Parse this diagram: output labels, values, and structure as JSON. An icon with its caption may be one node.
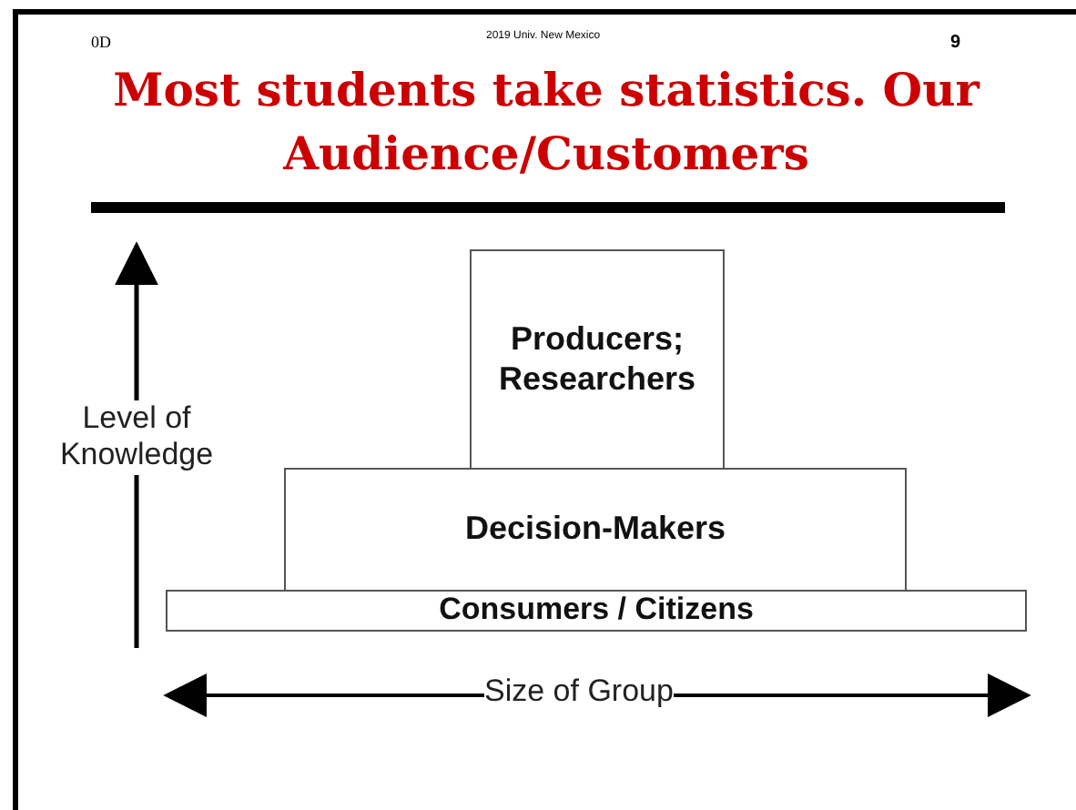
{
  "diagram": {
    "title": "Most students take statistics. Our Audience/Customers",
    "nodes": [
      {
        "text": [
          "Producers; Researchers"
        ]
      },
      {
        "text": [
          "Decision-Makers"
        ]
      },
      {
        "text": [
          "Consumers / Citizens"
        ]
      }
    ],
    "labels": [
      "0D",
      "2019 Univ. New Mexico",
      "9",
      "Level of Knowledge",
      "Size of Group"
    ]
  }
}
